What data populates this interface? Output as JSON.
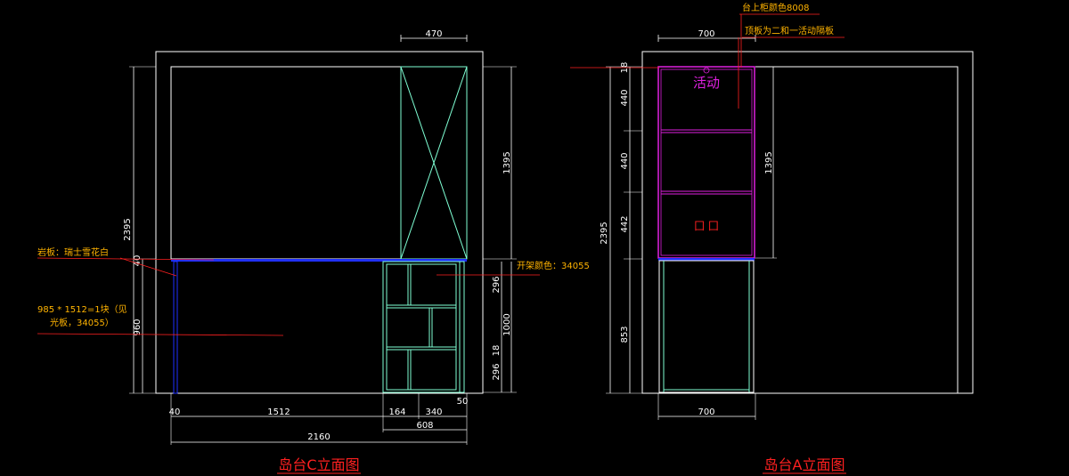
{
  "colors": {
    "background": "#000000",
    "frame": "#ffffff",
    "cabinet": "#7fffd4",
    "countertop": "#2030ff",
    "accent_magenta": "#e020e0",
    "leader": "#ff2020",
    "note": "#ffb300",
    "title": "#ff2020"
  },
  "drawing_c": {
    "title": "岛台C立面图",
    "dims": {
      "top_width": "470",
      "right_top": "1395",
      "right_bottom": "1000",
      "right_296a": "296",
      "right_18": "18",
      "right_296b": "296",
      "left_total": "2395",
      "left_40": "40",
      "left_960": "960",
      "bottom_40": "40",
      "bottom_1512": "1512",
      "bottom_164": "164",
      "bottom_340": "340",
      "bottom_50": "50",
      "bottom_608": "608",
      "bottom_2160": "2160"
    },
    "notes": {
      "stone": "岩板：瑞士雪花白",
      "panel_line1": "985 * 1512=1块（见",
      "panel_line2": "光板，34055）",
      "shelf_color": "开架颜色：34055"
    }
  },
  "drawing_a": {
    "title": "岛台A立面图",
    "dims": {
      "top_width": "700",
      "bottom_width": "700",
      "left_18": "18",
      "left_440a": "440",
      "left_440b": "440",
      "left_442": "442",
      "left_total": "2395",
      "left_853": "853",
      "right_1395": "1395"
    },
    "notes": {
      "cabinet_color": "台上柜颜色8008",
      "top_panel": "顶板为二和一活动隔板"
    },
    "labels": {
      "movable": "活动",
      "marker": "囗 囗"
    }
  }
}
